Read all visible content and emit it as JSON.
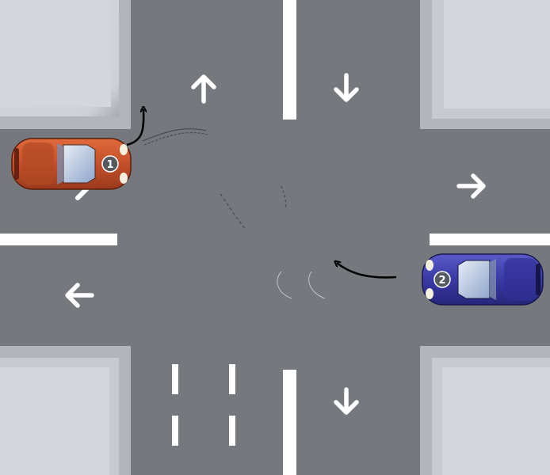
{
  "scene": {
    "description_type": "intersection-collision-diagram",
    "road_color": "#75797e",
    "sidewalk_color": "#d4d6dd",
    "lane_marking_color": "#ffffff",
    "lane_arrows": [
      {
        "id": "north-up",
        "direction": "up"
      },
      {
        "id": "north-down",
        "direction": "down"
      },
      {
        "id": "east-right",
        "direction": "right"
      },
      {
        "id": "west-left",
        "direction": "left"
      },
      {
        "id": "south-down",
        "direction": "down"
      }
    ],
    "vehicles": [
      {
        "number": "1",
        "color": "#c0502a",
        "heading": "east",
        "maneuver": "left-turn"
      },
      {
        "number": "2",
        "color": "#3a3a9e",
        "heading": "west",
        "maneuver": "straight"
      }
    ]
  }
}
